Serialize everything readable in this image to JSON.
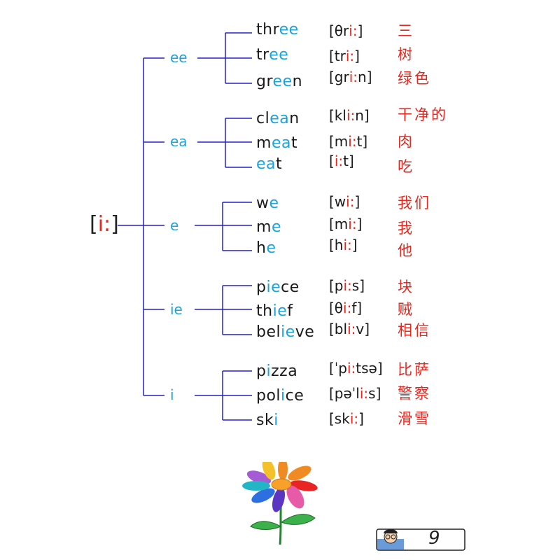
{
  "root": {
    "pre": "[",
    "hl": "i:",
    "post": "]"
  },
  "groups": [
    {
      "label": "ee",
      "words": [
        {
          "pre": "thr",
          "hl": "ee",
          "post": "",
          "ipa_pre": "[θr",
          "ipa_hl": "i:",
          "ipa_post": "]",
          "cn": "三"
        },
        {
          "pre": "tr",
          "hl": "ee",
          "post": "",
          "ipa_pre": "[tr",
          "ipa_hl": "i:",
          "ipa_post": "]",
          "cn": "树"
        },
        {
          "pre": "gr",
          "hl": "ee",
          "post": "n",
          "ipa_pre": "[gr",
          "ipa_hl": "i:",
          "ipa_post": "n]",
          "cn": "绿色"
        }
      ]
    },
    {
      "label": "ea",
      "words": [
        {
          "pre": "cl",
          "hl": "ea",
          "post": "n",
          "ipa_pre": "[kl",
          "ipa_hl": "i:",
          "ipa_post": "n]",
          "cn": "干净的"
        },
        {
          "pre": "m",
          "hl": "ea",
          "post": "t",
          "ipa_pre": "[m",
          "ipa_hl": "i:",
          "ipa_post": "t]",
          "cn": "肉"
        },
        {
          "pre": "",
          "hl": "ea",
          "post": "t",
          "ipa_pre": "[",
          "ipa_hl": "i:",
          "ipa_post": "t]",
          "cn": "吃"
        }
      ]
    },
    {
      "label": "e",
      "words": [
        {
          "pre": "w",
          "hl": "e",
          "post": "",
          "ipa_pre": "[w",
          "ipa_hl": "i:",
          "ipa_post": "]",
          "cn": "我们"
        },
        {
          "pre": "m",
          "hl": "e",
          "post": "",
          "ipa_pre": "[m",
          "ipa_hl": "i:",
          "ipa_post": "]",
          "cn": "我"
        },
        {
          "pre": "h",
          "hl": "e",
          "post": "",
          "ipa_pre": "[h",
          "ipa_hl": "i:",
          "ipa_post": "]",
          "cn": "他"
        }
      ]
    },
    {
      "label": "ie",
      "words": [
        {
          "pre": "p",
          "hl": "ie",
          "post": "ce",
          "ipa_pre": "[p",
          "ipa_hl": "i:",
          "ipa_post": "s]",
          "cn": "块"
        },
        {
          "pre": "th",
          "hl": "ie",
          "post": "f",
          "ipa_pre": "[θ",
          "ipa_hl": "i:",
          "ipa_post": "f]",
          "cn": "贼"
        },
        {
          "pre": "bel",
          "hl": "ie",
          "post": "ve",
          "ipa_pre": "[bl",
          "ipa_hl": "i:",
          "ipa_post": "v]",
          "cn": "相信"
        }
      ]
    },
    {
      "label": "i",
      "words": [
        {
          "pre": "p",
          "hl": "i",
          "post": "zza",
          "ipa_pre": "[ˈp",
          "ipa_hl": "i:",
          "ipa_post": "tsə]",
          "cn": "比萨"
        },
        {
          "pre": "pol",
          "hl": "i",
          "post": "ce",
          "ipa_pre": "[pəˈl",
          "ipa_hl": "i:",
          "ipa_post": "s]",
          "cn": "警察"
        },
        {
          "pre": "sk",
          "hl": "i",
          "post": "",
          "ipa_pre": "[sk",
          "ipa_hl": "i:",
          "ipa_post": "]",
          "cn": "滑雪"
        }
      ]
    }
  ],
  "page_number": "9",
  "colors": {
    "line": "#2222cc",
    "accent_blue": "#1aa3dd",
    "accent_red": "#e8261e"
  }
}
